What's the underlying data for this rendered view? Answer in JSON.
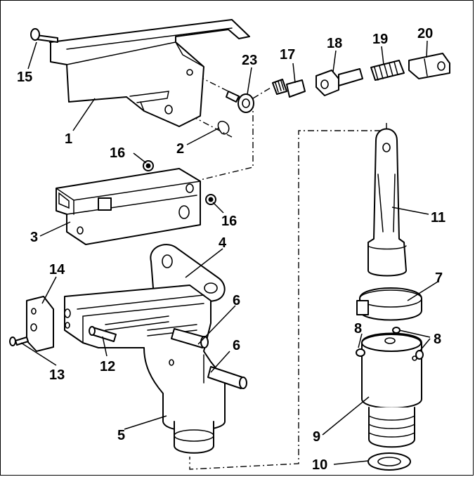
{
  "callouts": [
    {
      "id": "c1",
      "text": "1"
    },
    {
      "id": "c2",
      "text": "2"
    },
    {
      "id": "c3",
      "text": "3"
    },
    {
      "id": "c4",
      "text": "4"
    },
    {
      "id": "c5",
      "text": "5"
    },
    {
      "id": "c6a",
      "text": "6"
    },
    {
      "id": "c6b",
      "text": "6"
    },
    {
      "id": "c7",
      "text": "7"
    },
    {
      "id": "c8a",
      "text": "8"
    },
    {
      "id": "c8b",
      "text": "8"
    },
    {
      "id": "c9",
      "text": "9"
    },
    {
      "id": "c10",
      "text": "10"
    },
    {
      "id": "c11",
      "text": "11"
    },
    {
      "id": "c12",
      "text": "12"
    },
    {
      "id": "c13",
      "text": "13"
    },
    {
      "id": "c14",
      "text": "14"
    },
    {
      "id": "c15",
      "text": "15"
    },
    {
      "id": "c16a",
      "text": "16"
    },
    {
      "id": "c16b",
      "text": "16"
    },
    {
      "id": "c17",
      "text": "17"
    },
    {
      "id": "c18",
      "text": "18"
    },
    {
      "id": "c19",
      "text": "19"
    },
    {
      "id": "c20",
      "text": "20"
    },
    {
      "id": "c23",
      "text": "23"
    }
  ]
}
